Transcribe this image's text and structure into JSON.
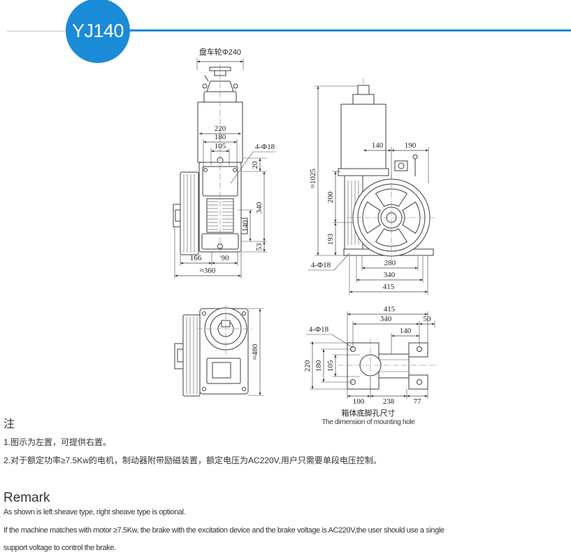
{
  "header": {
    "model": "YJ140",
    "accent_color": "#1a8bd6"
  },
  "front_view": {
    "handwheel_label": "盘车轮Φ240",
    "mount_holes": "4-Φ18",
    "dimensions": [
      "220",
      "180",
      "105",
      "20",
      "340",
      "140",
      "53",
      "166",
      "90",
      "≈360"
    ]
  },
  "side_view": {
    "mount_holes": "4-Φ18",
    "dimensions": [
      "≈1025",
      "140",
      "190",
      "200",
      "193",
      "280",
      "340",
      "415"
    ]
  },
  "top_view": {
    "dimensions": [
      "≈480"
    ]
  },
  "mounting_view": {
    "mount_holes": "4-Φ18",
    "dimensions": [
      "415",
      "340",
      "50",
      "140",
      "220",
      "180",
      "105",
      "100",
      "238",
      "77"
    ],
    "caption_cn": "箱体底脚孔尺寸",
    "caption_en": "The dimension of mounting hole"
  },
  "notes": {
    "title": "注",
    "items": [
      "1.图示为左置，可提供右置。",
      "2.对于额定功率≥7.5Kw的电机，制动器附带励磁装置，额定电压为AC220V,用户只需要单段电压控制。"
    ]
  },
  "remark": {
    "title": "Remark",
    "lines": [
      "As shown is left sheave type, right sheave type is optional.",
      "If the machine matches with motor ≥7.5Kw, the brake with the excitation device and the brake voltage is AC220V,the user should use a single",
      "support voltage to control the brake."
    ]
  }
}
